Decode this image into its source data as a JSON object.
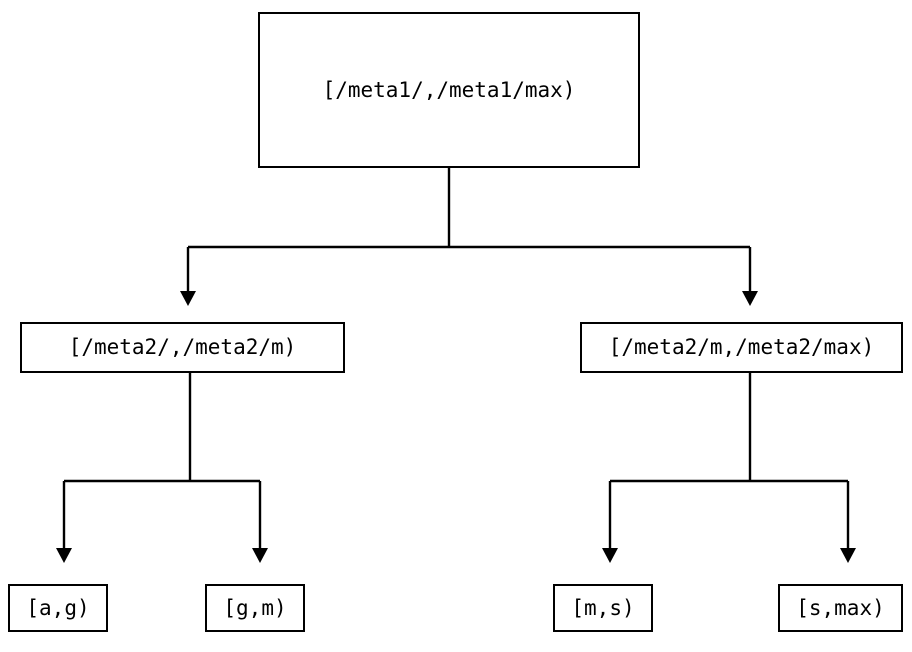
{
  "diagram": {
    "type": "tree",
    "title": "",
    "background_color": "#ffffff",
    "line_color": "#000000",
    "text_color": "#000000",
    "nodes": {
      "root": {
        "label": "[/meta1/,/meta1/max)",
        "level": 0
      },
      "mid_left": {
        "label": "[/meta2/,/meta2/m)",
        "level": 1
      },
      "mid_right": {
        "label": "[/meta2/m,/meta2/max)",
        "level": 1
      },
      "leaf_ag": {
        "label": "[a,g)",
        "level": 2
      },
      "leaf_gm": {
        "label": "[g,m)",
        "level": 2
      },
      "leaf_ms": {
        "label": "[m,s)",
        "level": 2
      },
      "leaf_smax": {
        "label": "[s,max)",
        "level": 2
      }
    },
    "edges": [
      {
        "from": "root",
        "to": "mid_left",
        "arrow": "down-triangle"
      },
      {
        "from": "root",
        "to": "mid_right",
        "arrow": "down-triangle"
      },
      {
        "from": "mid_left",
        "to": "leaf_ag",
        "arrow": "down-triangle"
      },
      {
        "from": "mid_left",
        "to": "leaf_gm",
        "arrow": "down-triangle"
      },
      {
        "from": "mid_right",
        "to": "leaf_ms",
        "arrow": "down-triangle"
      },
      {
        "from": "mid_right",
        "to": "leaf_smax",
        "arrow": "down-triangle"
      }
    ]
  }
}
